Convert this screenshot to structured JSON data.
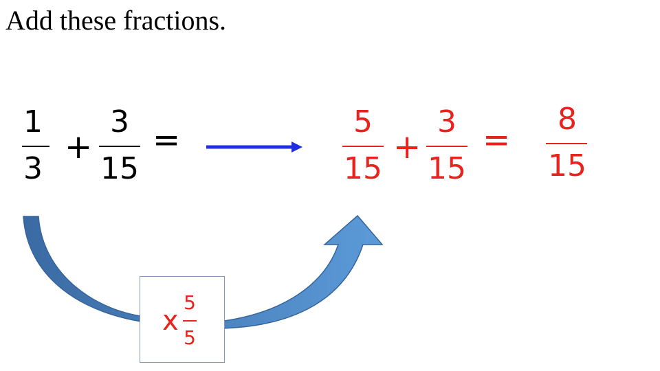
{
  "title": "Add these fractions.",
  "problem": {
    "first": {
      "numerator": "1",
      "denominator": "3"
    },
    "plus": "+",
    "second": {
      "numerator": "3",
      "denominator": "15"
    },
    "equals": "="
  },
  "solution": {
    "first": {
      "numerator": "5",
      "denominator": "15"
    },
    "plus": "+",
    "second": {
      "numerator": "3",
      "denominator": "15"
    },
    "equals": "=",
    "result": {
      "numerator": "8",
      "denominator": "15"
    }
  },
  "multiplier": {
    "times": "x",
    "numerator": "5",
    "denominator": "5"
  },
  "colors": {
    "answer_red": "#e8231e",
    "arrow_blue": "#1f2fe0",
    "curved_arrow": "#4f86c6"
  },
  "icons": [
    "right-arrow-icon",
    "curved-arrow-icon"
  ]
}
